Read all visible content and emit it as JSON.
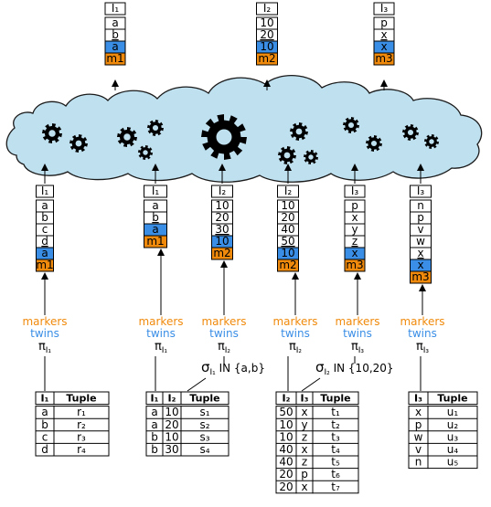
{
  "colors": {
    "marker": "#f08a0c",
    "twin": "#3a8ee6",
    "cloud_fill": "#bfe0ef",
    "cloud_stroke": "#1a1a1a",
    "gear": "#000000"
  },
  "icons": {
    "cloud": "cloud-icon",
    "gear": "gear-icon"
  },
  "labels": {
    "markers": "markers",
    "twins": "twins",
    "pi": "π",
    "sigma": "σ"
  },
  "tables": [
    {
      "headers": [
        "I₁",
        "Tuple"
      ],
      "rows": [
        [
          "a",
          "r₁"
        ],
        [
          "b",
          "r₂"
        ],
        [
          "c",
          "r₃"
        ],
        [
          "d",
          "r₄"
        ]
      ]
    },
    {
      "headers": [
        "I₁",
        "I₂",
        "Tuple"
      ],
      "rows": [
        [
          "a",
          "10",
          "s₁"
        ],
        [
          "a",
          "20",
          "s₂"
        ],
        [
          "b",
          "10",
          "s₃"
        ],
        [
          "b",
          "30",
          "s₄"
        ]
      ]
    },
    {
      "headers": [
        "I₂",
        "I₃",
        "Tuple"
      ],
      "rows": [
        [
          "50",
          "x",
          "t₁"
        ],
        [
          "10",
          "y",
          "t₂"
        ],
        [
          "10",
          "z",
          "t₃"
        ],
        [
          "40",
          "x",
          "t₄"
        ],
        [
          "40",
          "z",
          "t₅"
        ],
        [
          "20",
          "p",
          "t₆"
        ],
        [
          "20",
          "x",
          "t₇"
        ]
      ]
    },
    {
      "headers": [
        "I₃",
        "Tuple"
      ],
      "rows": [
        [
          "x",
          "u₁"
        ],
        [
          "p",
          "u₂"
        ],
        [
          "w",
          "u₃"
        ],
        [
          "v",
          "u₄"
        ],
        [
          "n",
          "u₅"
        ]
      ]
    }
  ],
  "selections": [
    {
      "attr": "I₁",
      "condition": " IN {a,b}"
    },
    {
      "attr": "I₂",
      "condition": " IN {10,20}"
    }
  ],
  "projections": [
    {
      "attr": "I₁"
    },
    {
      "attr": "I₁"
    },
    {
      "attr": "I₂"
    },
    {
      "attr": "I₂"
    },
    {
      "attr": "I₃"
    },
    {
      "attr": "I₃"
    }
  ],
  "stacks": [
    {
      "header": "I₁",
      "cells": [
        {
          "text": "a",
          "kind": "plain"
        },
        {
          "text": "b",
          "kind": "plain"
        },
        {
          "text": "c",
          "kind": "plain"
        },
        {
          "text": "d",
          "kind": "plain"
        },
        {
          "text": "a",
          "kind": "twin",
          "overline": true
        },
        {
          "text": "m1",
          "kind": "marker"
        }
      ]
    },
    {
      "header": "I₁",
      "cells": [
        {
          "text": "a",
          "kind": "plain"
        },
        {
          "text": "b",
          "kind": "plain"
        },
        {
          "text": "a",
          "kind": "twin",
          "overline": true
        },
        {
          "text": "m1",
          "kind": "marker"
        }
      ]
    },
    {
      "header": "I₂",
      "cells": [
        {
          "text": "10",
          "kind": "plain"
        },
        {
          "text": "20",
          "kind": "plain"
        },
        {
          "text": "30",
          "kind": "plain"
        },
        {
          "text": "10",
          "kind": "twin",
          "overline": true
        },
        {
          "text": "m2",
          "kind": "marker"
        }
      ]
    },
    {
      "header": "I₂",
      "cells": [
        {
          "text": "10",
          "kind": "plain"
        },
        {
          "text": "20",
          "kind": "plain"
        },
        {
          "text": "40",
          "kind": "plain"
        },
        {
          "text": "50",
          "kind": "plain"
        },
        {
          "text": "10",
          "kind": "twin",
          "overline": true
        },
        {
          "text": "m2",
          "kind": "marker"
        }
      ]
    },
    {
      "header": "I₃",
      "cells": [
        {
          "text": "p",
          "kind": "plain"
        },
        {
          "text": "x",
          "kind": "plain"
        },
        {
          "text": "y",
          "kind": "plain"
        },
        {
          "text": "z",
          "kind": "plain"
        },
        {
          "text": "x",
          "kind": "twin",
          "overline": true
        },
        {
          "text": "m3",
          "kind": "marker"
        }
      ]
    },
    {
      "header": "I₃",
      "cells": [
        {
          "text": "n",
          "kind": "plain"
        },
        {
          "text": "p",
          "kind": "plain"
        },
        {
          "text": "v",
          "kind": "plain"
        },
        {
          "text": "w",
          "kind": "plain"
        },
        {
          "text": "x",
          "kind": "plain"
        },
        {
          "text": "x",
          "kind": "twin",
          "overline": true
        },
        {
          "text": "m3",
          "kind": "marker"
        }
      ]
    }
  ],
  "outputs": [
    {
      "header": "I₁",
      "cells": [
        {
          "text": "a",
          "kind": "plain"
        },
        {
          "text": "b",
          "kind": "plain"
        },
        {
          "text": "a",
          "kind": "twin",
          "overline": true
        },
        {
          "text": "m1",
          "kind": "marker"
        }
      ]
    },
    {
      "header": "I₂",
      "cells": [
        {
          "text": "10",
          "kind": "plain"
        },
        {
          "text": "20",
          "kind": "plain"
        },
        {
          "text": "10",
          "kind": "twin",
          "overline": true
        },
        {
          "text": "m2",
          "kind": "marker"
        }
      ]
    },
    {
      "header": "I₃",
      "cells": [
        {
          "text": "p",
          "kind": "plain"
        },
        {
          "text": "x",
          "kind": "plain"
        },
        {
          "text": "x",
          "kind": "twin",
          "overline": true
        },
        {
          "text": "m3",
          "kind": "marker"
        }
      ]
    }
  ]
}
